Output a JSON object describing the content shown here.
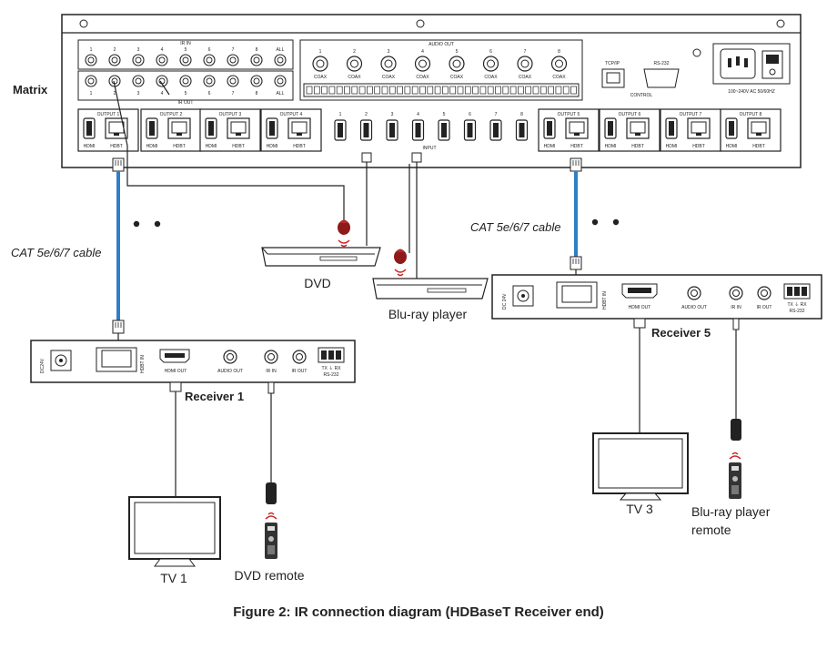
{
  "matrix": {
    "label": "Matrix",
    "ir_in_label": "IR IN",
    "ir_out_label": "IR OUT",
    "audio_out_label": "AUDIO OUT",
    "ir_port_numbers": [
      "1",
      "2",
      "3",
      "4",
      "5",
      "6",
      "7",
      "8",
      "ALL"
    ],
    "audio_numbers": [
      "1",
      "2",
      "3",
      "4",
      "5",
      "6",
      "7",
      "8"
    ],
    "coax_label": "COAX",
    "tcpip_label": "TCP/IP",
    "rs232_label": "RS-232",
    "control_label": "CONTROL",
    "power_label": "100~240V AC 50/60HZ",
    "outputs_left": [
      "OUTPUT 1",
      "OUTPUT 2",
      "OUTPUT 3",
      "OUTPUT 4"
    ],
    "outputs_right": [
      "OUTPUT 5",
      "OUTPUT 6",
      "OUTPUT 7",
      "OUTPUT 8"
    ],
    "hdmi_label": "HDMI",
    "hdbt_label": "HDBT",
    "input_numbers": [
      "1",
      "2",
      "3",
      "4",
      "5",
      "6",
      "7",
      "8"
    ],
    "input_label": "INPUT"
  },
  "cable_left": "CAT 5e/6/7 cable",
  "cable_right": "CAT 5e/6/7 cable",
  "dvd": "DVD",
  "bluray": "Blu-ray player",
  "receiver1": {
    "name": "Receiver 1",
    "dc": "DC24V",
    "hdbt_in": "HDBT IN",
    "hdmi_out": "HDMI OUT",
    "audio_out": "AUDIO OUT",
    "ir_in": "IR IN",
    "ir_out": "IR OUT",
    "rs232_pins": "TX ⏚ RX",
    "rs232": "RS-232"
  },
  "receiver5": {
    "name": "Receiver 5",
    "dc": "DC 24V",
    "hdbt_in": "HDBT IN",
    "hdmi_out": "HDMI OUT",
    "audio_out": "AUDIO OUT",
    "ir_in": "IR IN",
    "ir_out": "IR OUT",
    "rs232_pins": "TX ⏚ RX",
    "rs232": "RS-232"
  },
  "tv1": "TV 1",
  "tv3": "TV 3",
  "dvd_remote": "DVD remote",
  "bluray_remote_line1": "Blu-ray player",
  "bluray_remote_line2": "remote",
  "caption": "Figure 2: IR connection diagram (HDBaseT Receiver end)"
}
